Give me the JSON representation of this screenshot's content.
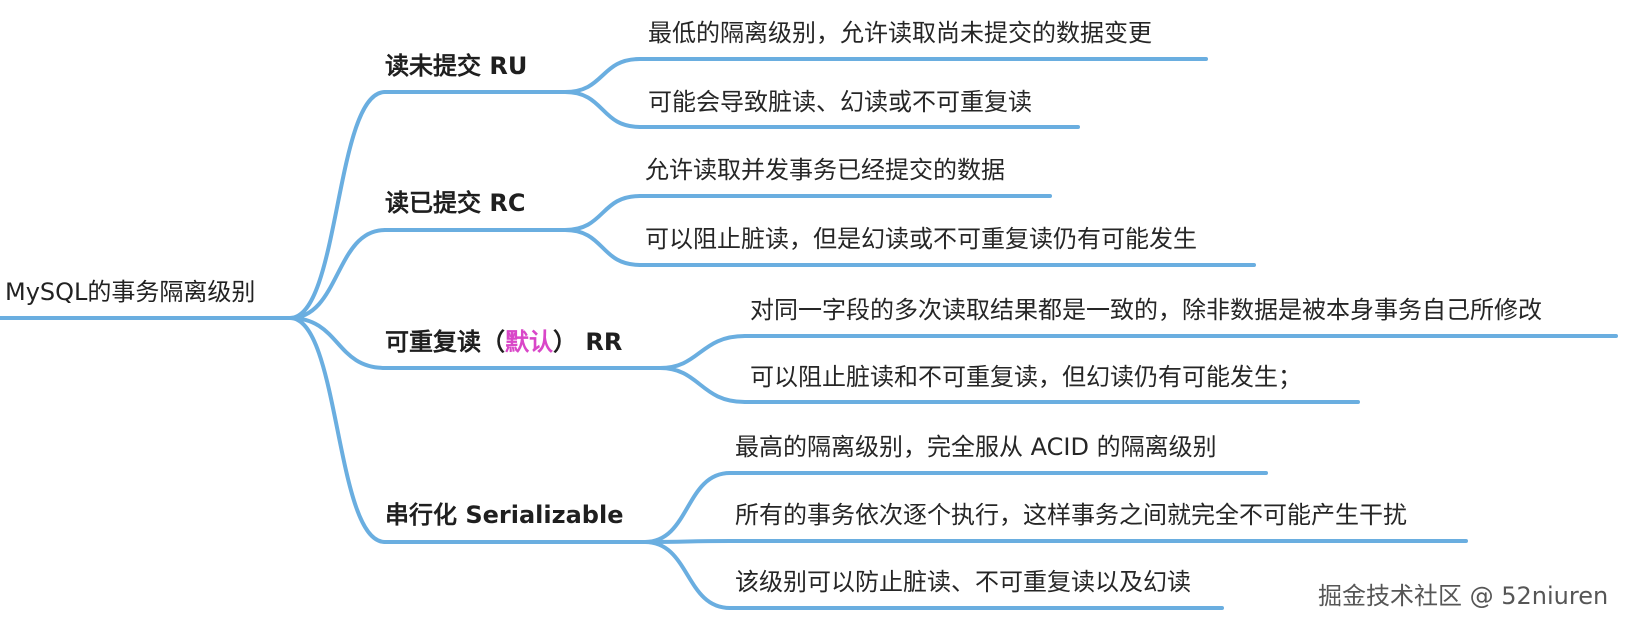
{
  "mindmap": {
    "root": {
      "label": "MySQL的事务隔离级别"
    },
    "branches": [
      {
        "label": "读未提交 RU",
        "children": [
          "最低的隔离级别，允许读取尚未提交的数据变更",
          "可能会导致脏读、幻读或不可重复读"
        ]
      },
      {
        "label": "读已提交 RC",
        "children": [
          "允许读取并发事务已经提交的数据",
          "可以阻止脏读，但是幻读或不可重复读仍有可能发生"
        ]
      },
      {
        "label_prefix": "可重复读（",
        "label_highlight": "默认",
        "label_suffix": "） RR",
        "children": [
          "对同一字段的多次读取结果都是一致的，除非数据是被本身事务自己所修改",
          "可以阻止脏读和不可重复读，但幻读仍有可能发生；"
        ]
      },
      {
        "label": "串行化 Serializable",
        "children": [
          "最高的隔离级别，完全服从 ACID 的隔离级别",
          "所有的事务依次逐个执行，这样事务之间就完全不可能产生干扰",
          "该级别可以防止脏读、不可重复读以及幻读"
        ]
      }
    ]
  },
  "watermark": "掘金技术社区 @ 52niuren",
  "colors": {
    "line": "#6aaee0",
    "highlight": "#d946c8",
    "text": "#262626"
  }
}
